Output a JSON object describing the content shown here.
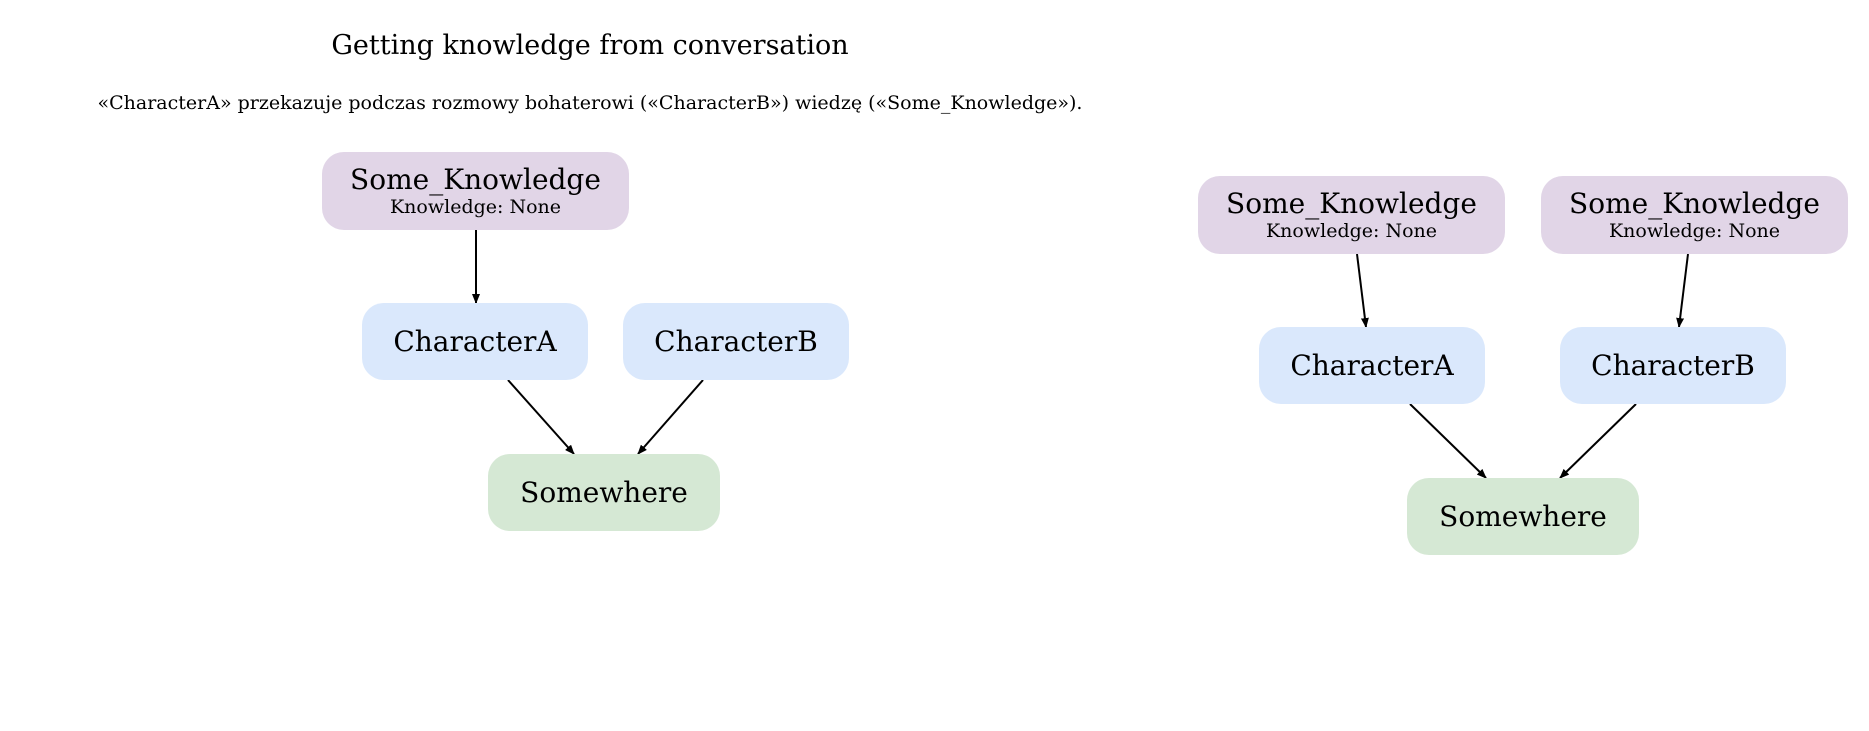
{
  "diagram": {
    "title": "Getting knowledge from conversation",
    "description": "«CharacterA» przekazuje podczas rozmowy bohaterowi («CharacterB») wiedzę («Some_Knowledge»).",
    "colors": {
      "knowledge": "#e1d5e7",
      "character": "#dae8fc",
      "place": "#d5e8d4",
      "edge": "#000000"
    },
    "left_graph": {
      "knowledge": {
        "label": "Some_Knowledge",
        "attribute": "Knowledge: None"
      },
      "character_a": {
        "label": "CharacterA"
      },
      "character_b": {
        "label": "CharacterB"
      },
      "place": {
        "label": "Somewhere"
      }
    },
    "right_graph": {
      "knowledge_a": {
        "label": "Some_Knowledge",
        "attribute": "Knowledge: None"
      },
      "knowledge_b": {
        "label": "Some_Knowledge",
        "attribute": "Knowledge: None"
      },
      "character_a": {
        "label": "CharacterA"
      },
      "character_b": {
        "label": "CharacterB"
      },
      "place": {
        "label": "Somewhere"
      }
    }
  }
}
